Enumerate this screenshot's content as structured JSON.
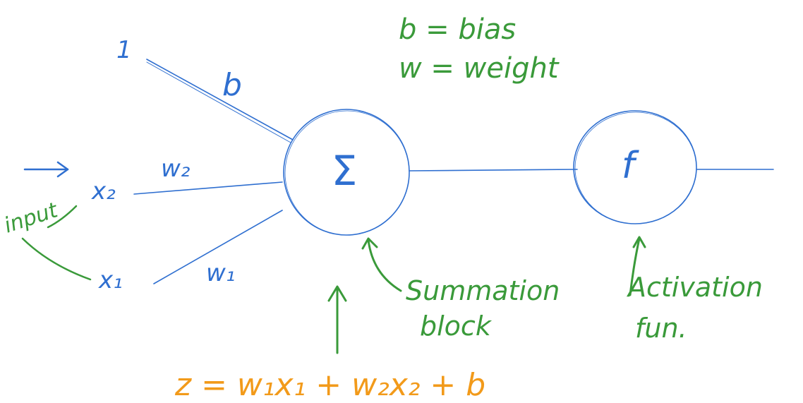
{
  "legend": {
    "bias_def": "b = bias",
    "weight_def": "w = weight"
  },
  "inputs": {
    "bias_input": "1",
    "x2": "x₂",
    "x1": "x₁",
    "input_label": "input"
  },
  "weights": {
    "bias_edge": "b",
    "w2": "w₂",
    "w1": "w₁"
  },
  "nodes": {
    "summation_symbol": "Σ",
    "activation_symbol": "f"
  },
  "annotations": {
    "summation_line1": "Summation",
    "summation_line2": "block",
    "activation_line1": "Activation",
    "activation_line2": "fun.",
    "equation": "z = w₁x₁ + w₂x₂ + b"
  },
  "colors": {
    "blue": "#2f6fd0",
    "green": "#3a9a3a",
    "orange": "#f29a1a"
  }
}
